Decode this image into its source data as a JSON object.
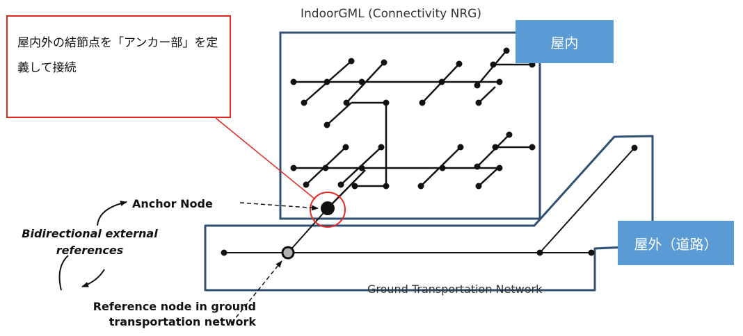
{
  "diagram": {
    "indoor_title": "IndoorGML (Connectivity NRG)",
    "ground_label": "Ground Transportation Network",
    "anchor_label": "Anchor Node",
    "bidirectional_label": "Bidirectional external references",
    "reference_node_label": "Reference node in ground transportation network"
  },
  "callout": {
    "text": "屋内外の結節点を「アンカー部」を定義して接続"
  },
  "tags": {
    "indoor": "屋内",
    "outdoor": "屋外（道路）"
  },
  "colors": {
    "callout_border": "#e3261f",
    "tag_fill": "#5b9bd5",
    "tag_text": "#ffffff",
    "network_line": "#111111",
    "reference_node_fill": "#b0b0b0"
  }
}
